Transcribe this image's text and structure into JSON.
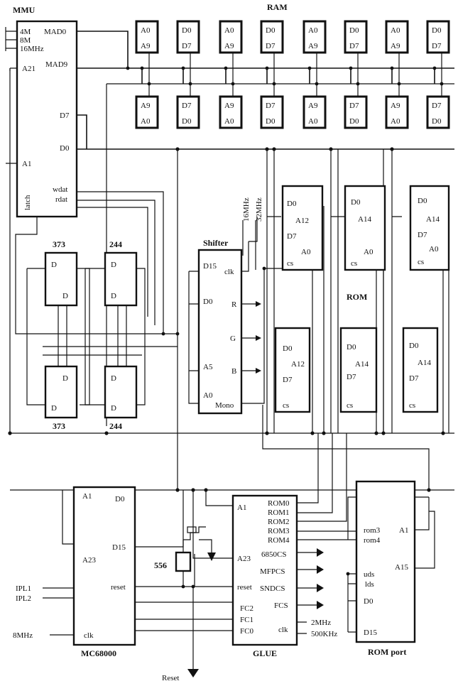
{
  "blocks": {
    "mmu": {
      "title": "MMU",
      "pins": {
        "c4m": "4M",
        "c8m": "8M",
        "c16m": "16MHz",
        "a21": "A21",
        "a1": "A1",
        "latch": "latch",
        "mad0": "MAD0",
        "mad9": "MAD9",
        "d7": "D7",
        "d0": "D0",
        "wdat": "wdat",
        "rdat": "rdat"
      }
    },
    "ram": {
      "title": "RAM",
      "top_row": [
        [
          "A0",
          "A9"
        ],
        [
          "D0",
          "D7"
        ],
        [
          "A0",
          "A9"
        ],
        [
          "D0",
          "D7"
        ],
        [
          "A0",
          "A9"
        ],
        [
          "D0",
          "D7"
        ],
        [
          "A0",
          "A9"
        ],
        [
          "D0",
          "D7"
        ]
      ],
      "bottom_row": [
        [
          "A9",
          "A0"
        ],
        [
          "D7",
          "D0"
        ],
        [
          "A9",
          "A0"
        ],
        [
          "D7",
          "D0"
        ],
        [
          "A9",
          "A0"
        ],
        [
          "D7",
          "D0"
        ],
        [
          "A9",
          "A0"
        ],
        [
          "D7",
          "D0"
        ]
      ]
    },
    "latch373": {
      "label": "373",
      "pin_d": "D"
    },
    "buf244": {
      "label": "244",
      "pin_d": "D"
    },
    "shifter": {
      "title": "Shifter",
      "pins": {
        "d15": "D15",
        "d0": "D0",
        "a5": "A5",
        "a0": "A0",
        "clk": "clk",
        "r": "R",
        "g": "G",
        "b": "B",
        "mono": "Mono"
      }
    },
    "clocks": {
      "c16": "16MHz",
      "c32": "32MHz"
    },
    "rom": {
      "title": "ROM",
      "pins": {
        "d0": "D0",
        "d7": "D7",
        "a12": "A12",
        "a14": "A14",
        "a0": "A0",
        "cs": "cs"
      }
    },
    "cpu": {
      "title": "MC68000",
      "pins": {
        "a1": "A1",
        "a23": "A23",
        "d0": "D0",
        "d15": "D15",
        "reset": "reset",
        "clk": "clk"
      },
      "inputs": {
        "ipl1": "IPL1",
        "ipl2": "IPL2",
        "clk8": "8MHz"
      }
    },
    "timer": {
      "label": "556"
    },
    "glue": {
      "title": "GLUE",
      "pins": {
        "a1": "A1",
        "a23": "A23",
        "reset": "reset",
        "fc2": "FC2",
        "fc1": "FC1",
        "fc0": "FC0",
        "clk": "clk",
        "rom0": "ROM0",
        "rom1": "ROM1",
        "rom2": "ROM2",
        "rom3": "ROM3",
        "rom4": "ROM4",
        "cs6850": "6850CS",
        "mfpcs": "MFPCS",
        "sndcs": "SNDCS",
        "fcs": "FCS"
      },
      "outputs": {
        "c2": "2MHz",
        "c500": "500KHz"
      }
    },
    "romport": {
      "title": "ROM port",
      "pins": {
        "rom3": "rom3",
        "rom4": "rom4",
        "uds": "uds",
        "lds": "lds",
        "d0": "D0",
        "d15": "D15",
        "a1": "A1",
        "a15": "A15"
      }
    },
    "reset": {
      "label": "Reset"
    }
  }
}
